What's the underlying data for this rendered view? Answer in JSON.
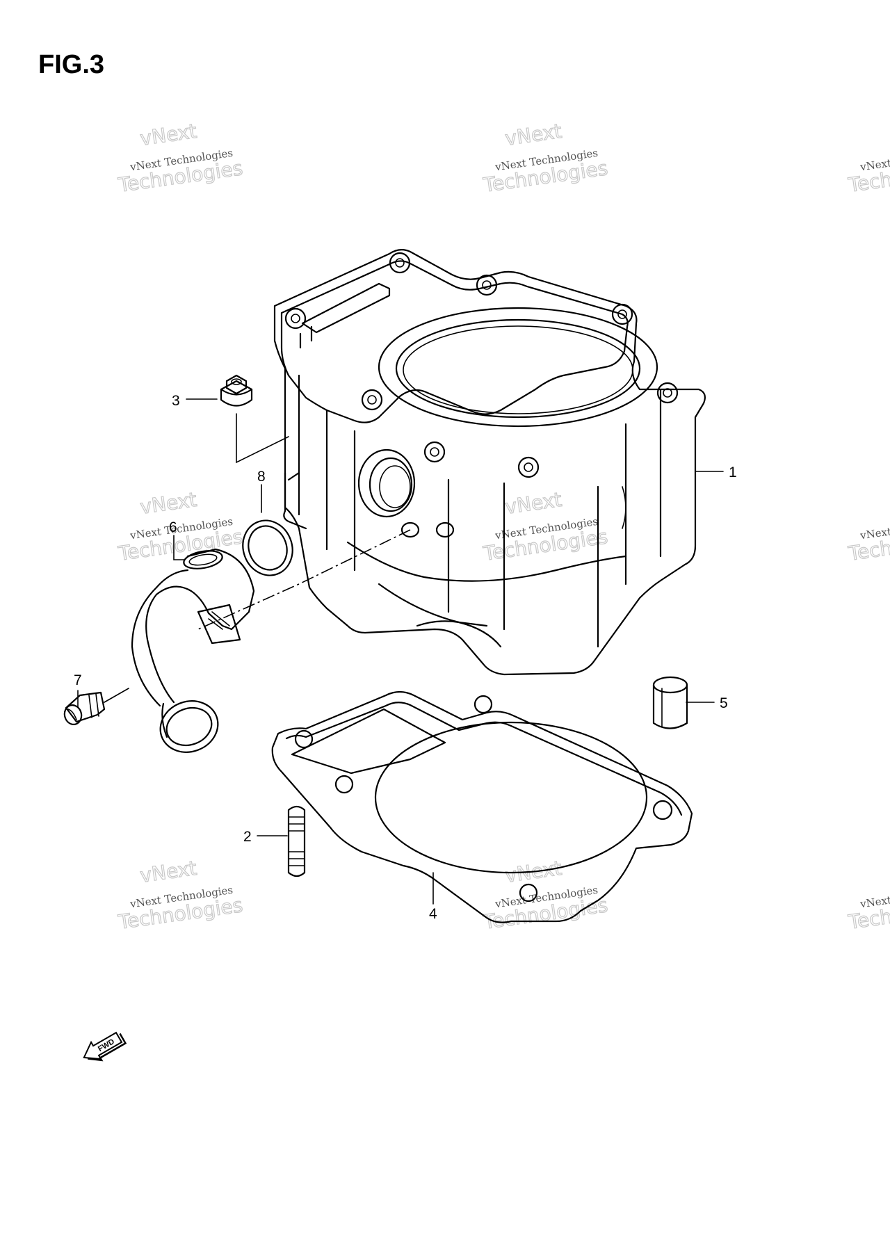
{
  "figure": {
    "title": "FIG.3"
  },
  "watermark": {
    "line1": "vNext Technologies",
    "line2": "vNext",
    "line3": "Technologies"
  },
  "callouts": [
    {
      "id": "1",
      "label": "1"
    },
    {
      "id": "2",
      "label": "2"
    },
    {
      "id": "3",
      "label": "3"
    },
    {
      "id": "4",
      "label": "4"
    },
    {
      "id": "5",
      "label": "5"
    },
    {
      "id": "6",
      "label": "6"
    },
    {
      "id": "7",
      "label": "7"
    },
    {
      "id": "8",
      "label": "8"
    }
  ],
  "fwd_arrow": {
    "label": "FWD"
  }
}
